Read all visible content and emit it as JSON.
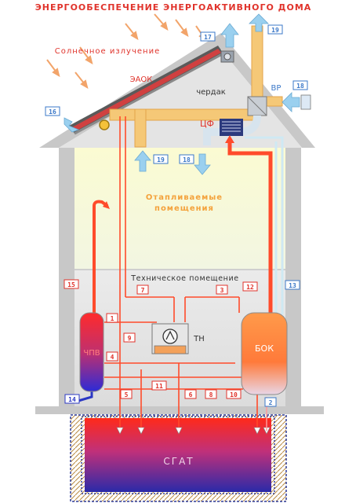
{
  "title": "ЭНЕРГООБЕСПЕЧЕНИЕ ЭНЕРГОАКТИВНОГО ДОМА",
  "labels": {
    "solar": "Солнечное излучение",
    "collector": "ЭАОК",
    "attic": "чердак",
    "filter": "ЦФ",
    "vr": "ВР",
    "heated_line1": "Отапливаемые",
    "heated_line2": "помещения",
    "tech_room": "Техническое помещение",
    "heat_pump": "ТН",
    "buffer": "БОК",
    "left_tank": "ЧПВ",
    "storage": "СГАТ"
  },
  "markers": {
    "m1": "1",
    "m2": "2",
    "m3": "3",
    "m4": "4",
    "m5": "5",
    "m6": "6",
    "m7": "7",
    "m8": "8",
    "m9": "9",
    "m10": "10",
    "m11": "11",
    "m12": "12",
    "m13": "13",
    "m14": "14",
    "m15": "15",
    "m16": "16",
    "m17": "17",
    "m18a": "18",
    "m18b": "18",
    "m19a": "19",
    "m19b": "19"
  },
  "colors": {
    "title": "#e0332b",
    "hot_pipe": "#ff4b2b",
    "cold_pipe": "#cfe9f3",
    "duct": "#f5c877",
    "heated_zone": "#fbfbd6",
    "tech_zone": "#e7e7e7",
    "building": "#c8c8c8",
    "label_blue": "#3b78c8",
    "storage_border": "#2f3c9a"
  }
}
